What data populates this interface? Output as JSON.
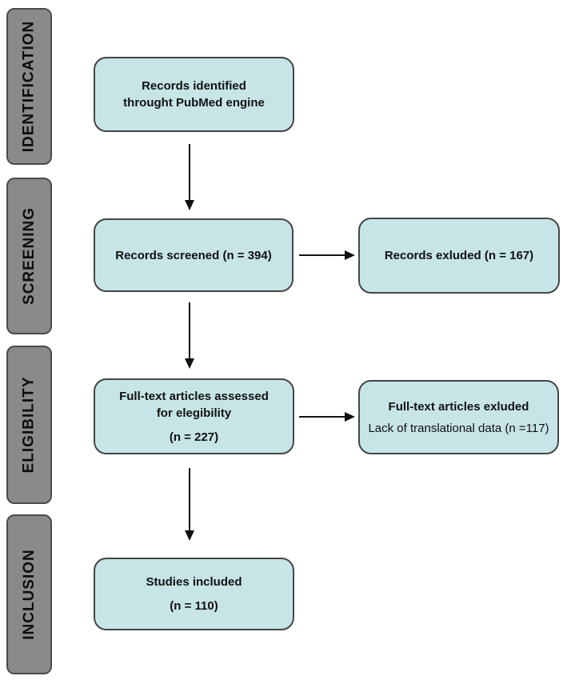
{
  "figure": {
    "type": "prisma-flow-diagram"
  },
  "colors": {
    "stage_fill": "#8a8a8a",
    "stage_border": "#4b4b4b",
    "box_fill": "#c7e5e6",
    "box_border": "#454545",
    "text": "#111111",
    "arrow": "#111111",
    "background": "#ffffff"
  },
  "sidebar": {
    "stages": [
      {
        "label": "IDENTIFICATION"
      },
      {
        "label": "SCREENING"
      },
      {
        "label": "ELIGIBILITY"
      },
      {
        "label": "INCLUSION"
      }
    ]
  },
  "boxes": {
    "identification": {
      "lines": [
        "Records identified",
        "throught PubMed engine"
      ]
    },
    "screened": {
      "lines": [
        "Records screened (n = 394)"
      ]
    },
    "records_excluded": {
      "lines": [
        "Records exluded (n = 167)"
      ]
    },
    "fulltext_assessed": {
      "lines": [
        "Full-text articles assessed",
        "for elegibility",
        "(n = 227)"
      ]
    },
    "fulltext_excluded": {
      "lines": [
        "Full-text articles exluded",
        "Lack of translational data (n =117)"
      ]
    },
    "included": {
      "lines": [
        "Studies included",
        "(n = 110)"
      ]
    }
  }
}
